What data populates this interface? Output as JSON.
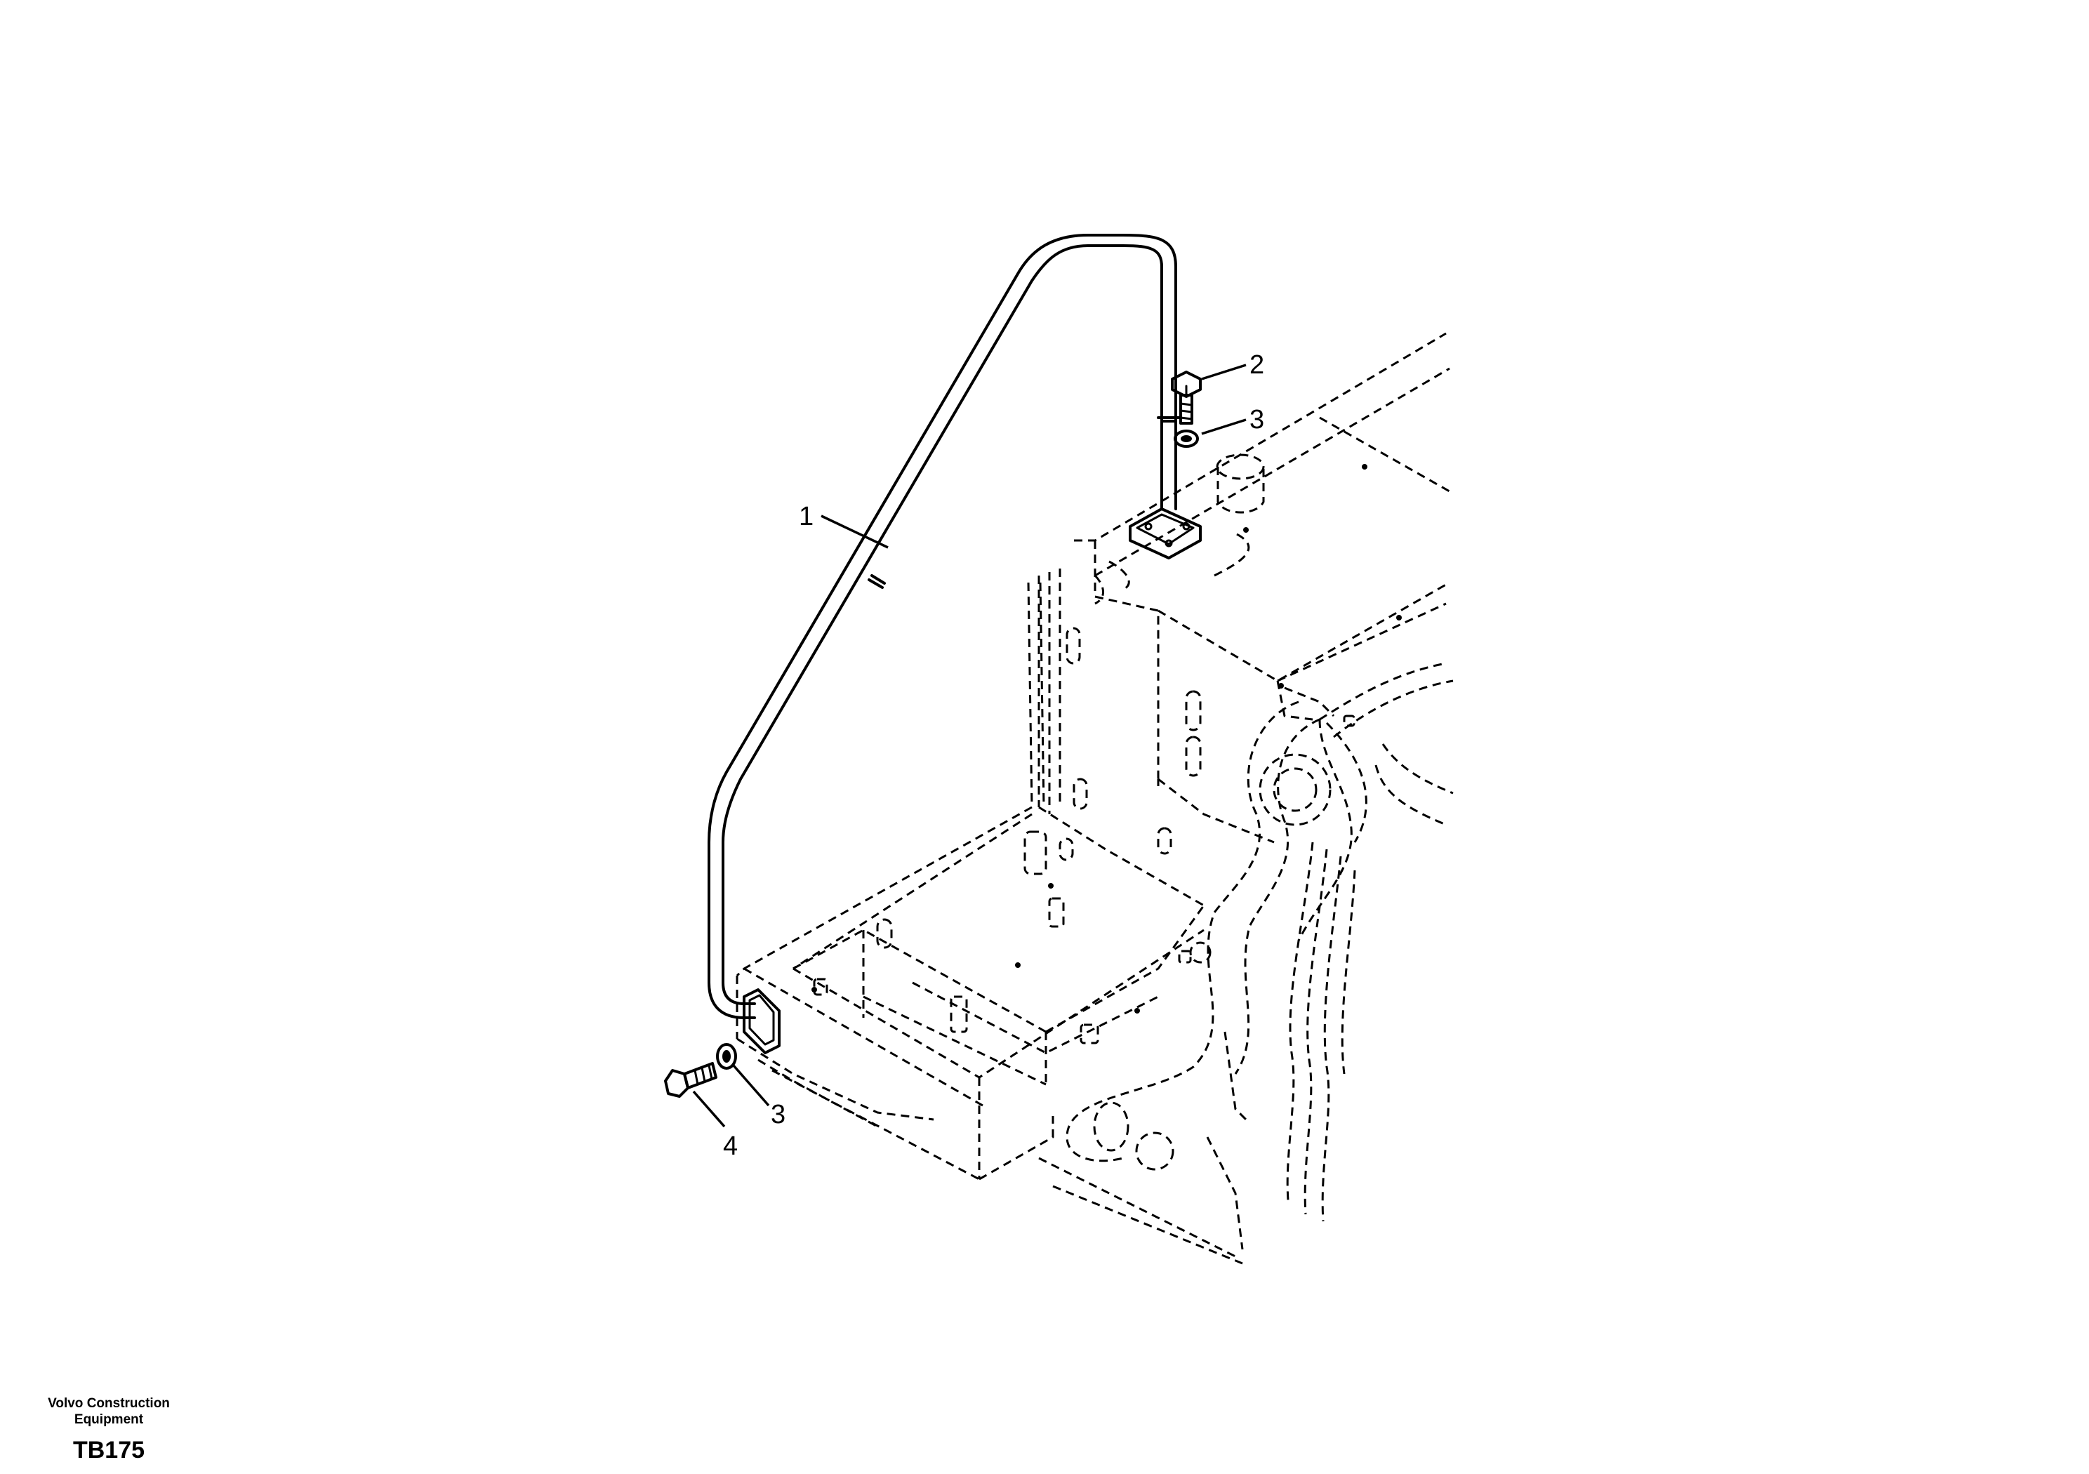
{
  "callouts": [
    {
      "id": "1",
      "label": "1"
    },
    {
      "id": "2",
      "label": "2"
    },
    {
      "id": "3a",
      "label": "3"
    },
    {
      "id": "3b",
      "label": "3"
    },
    {
      "id": "4",
      "label": "4"
    }
  ],
  "footer": {
    "brand_line1": "Volvo Construction",
    "brand_line2": "Equipment",
    "code": "TB175"
  }
}
